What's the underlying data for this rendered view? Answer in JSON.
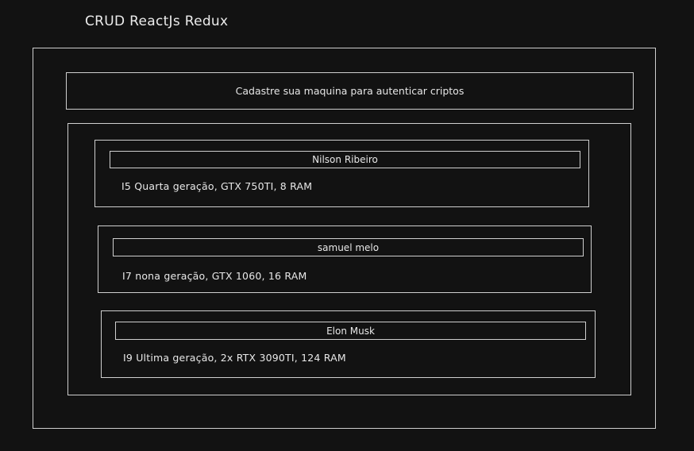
{
  "app": {
    "title": "CRUD ReactJs Redux"
  },
  "banner": {
    "text": "Cadastre sua maquina para autenticar criptos"
  },
  "machines": [
    {
      "owner": "Nilson Ribeiro",
      "specs": "I5 Quarta geração, GTX 750TI, 8 RAM"
    },
    {
      "owner": "samuel melo",
      "specs": "I7 nona geração, GTX 1060, 16 RAM"
    },
    {
      "owner": "Elon Musk",
      "specs": "I9 Ultima geração, 2x RTX 3090TI, 124 RAM"
    }
  ]
}
